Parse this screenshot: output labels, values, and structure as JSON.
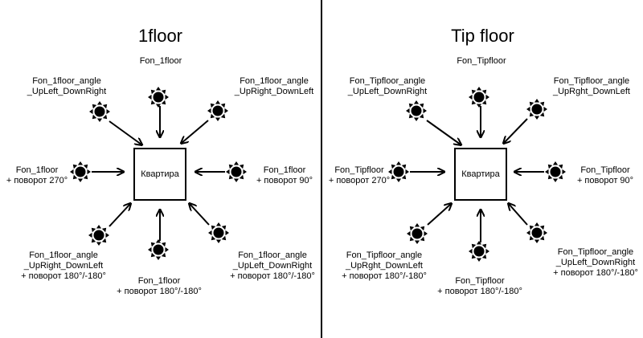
{
  "panels": [
    {
      "title": "1floor",
      "room": "Квартира",
      "labels": {
        "top": [
          "Fon_1floor"
        ],
        "topLeft": [
          "Fon_1floor_angle",
          "_UpLeft_DownRight"
        ],
        "topRight": [
          "Fon_1floor_angle",
          "_UpRight_DownLeft"
        ],
        "left": [
          "Fon_1floor",
          "+ поворот 270°"
        ],
        "right": [
          "Fon_1floor",
          "+ поворот 90°"
        ],
        "bottomLeft": [
          "Fon_1floor_angle",
          "_UpRight_DownLeft",
          "+ поворот 180°/-180°"
        ],
        "bottom": [
          "Fon_1floor",
          "+ поворот 180°/-180°"
        ],
        "bottomRight": [
          "Fon_1floor_angle",
          "_UpLeft_DownRight",
          "+ поворот 180°/-180°"
        ]
      }
    },
    {
      "title": "Tip floor",
      "room": "Квартира",
      "labels": {
        "top": [
          "Fon_Tipfloor"
        ],
        "topLeft": [
          "Fon_Tipfloor_angle",
          "_UpLeft_DownRight"
        ],
        "topRight": [
          "Fon_Tipfloor_angle",
          "_UpRght_DownLeft"
        ],
        "left": [
          "Fon_Tipfloor",
          "+ поворот 270°"
        ],
        "right": [
          "Fon_Tipfloor",
          "+ поворот 90°"
        ],
        "bottomLeft": [
          "Fon_Tipfloor_angle",
          "_UpRght_DownLeft",
          "+ поворот 180°/-180°"
        ],
        "bottom": [
          "Fon_Tipfloor",
          "+ поворот 180°/-180°"
        ],
        "bottomRight": [
          "Fon_Tipfloor_angle",
          "_UpLeft_DownRight",
          "+ поворот 180°/-180°"
        ]
      }
    }
  ],
  "icons": {
    "light_source": "sun-icon",
    "direction": "arrow-icon"
  }
}
